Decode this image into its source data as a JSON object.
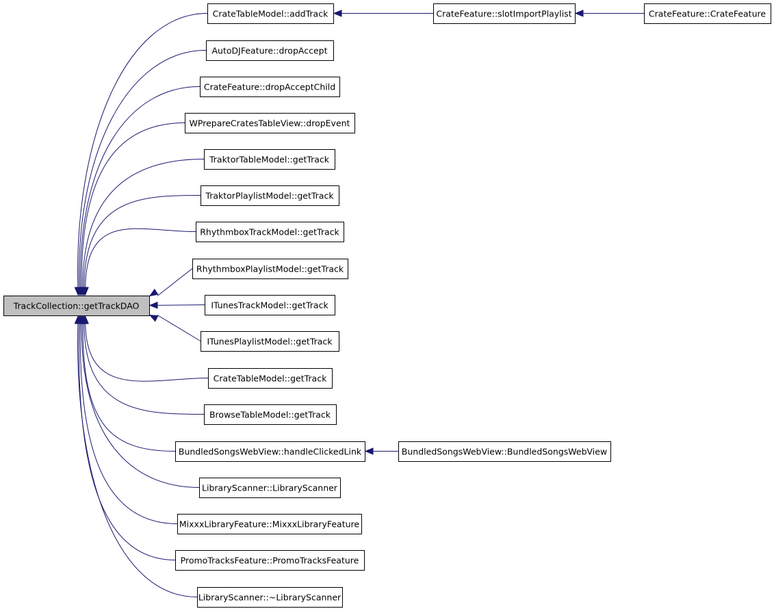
{
  "graph": {
    "edge_color": "#191970",
    "root_fill": "#bfbfbf",
    "root": {
      "id": "getTrackDAO",
      "label": "TrackCollection::getTrackDAO"
    },
    "nodes": [
      {
        "id": "crateAddTrack",
        "label": "CrateTableModel::addTrack"
      },
      {
        "id": "autoDJDropAccept",
        "label": "AutoDJFeature::dropAccept"
      },
      {
        "id": "crateDropAcceptChild",
        "label": "CrateFeature::dropAcceptChild"
      },
      {
        "id": "wprepareDropEvent",
        "label": "WPrepareCratesTableView::dropEvent"
      },
      {
        "id": "traktorTableGetTrack",
        "label": "TraktorTableModel::getTrack"
      },
      {
        "id": "traktorPlaylistGetTrack",
        "label": "TraktorPlaylistModel::getTrack"
      },
      {
        "id": "rhythmboxTrackGetTrack",
        "label": "RhythmboxTrackModel::getTrack"
      },
      {
        "id": "rhythmboxPlaylistGetTrack",
        "label": "RhythmboxPlaylistModel::getTrack"
      },
      {
        "id": "itunesTrackGetTrack",
        "label": "ITunesTrackModel::getTrack"
      },
      {
        "id": "itunesPlaylistGetTrack",
        "label": "ITunesPlaylistModel::getTrack"
      },
      {
        "id": "crateTableGetTrack",
        "label": "CrateTableModel::getTrack"
      },
      {
        "id": "browseTableGetTrack",
        "label": "BrowseTableModel::getTrack"
      },
      {
        "id": "bundledHandleClickedLink",
        "label": "BundledSongsWebView::handleClickedLink"
      },
      {
        "id": "libraryScannerCtor",
        "label": "LibraryScanner::LibraryScanner"
      },
      {
        "id": "mixxxLibraryFeatureCtor",
        "label": "MixxxLibraryFeature::MixxxLibraryFeature"
      },
      {
        "id": "promoTracksFeatureCtor",
        "label": "PromoTracksFeature::PromoTracksFeature"
      },
      {
        "id": "libraryScannerDtor",
        "label": "LibraryScanner::~LibraryScanner"
      },
      {
        "id": "slotImportPlaylist",
        "label": "CrateFeature::slotImportPlaylist"
      },
      {
        "id": "crateFeatureCtor",
        "label": "CrateFeature::CrateFeature"
      },
      {
        "id": "bundledCtor",
        "label": "BundledSongsWebView::BundledSongsWebView"
      }
    ],
    "edges": [
      {
        "from": "crateAddTrack",
        "to": "getTrackDAO"
      },
      {
        "from": "autoDJDropAccept",
        "to": "getTrackDAO"
      },
      {
        "from": "crateDropAcceptChild",
        "to": "getTrackDAO"
      },
      {
        "from": "wprepareDropEvent",
        "to": "getTrackDAO"
      },
      {
        "from": "traktorTableGetTrack",
        "to": "getTrackDAO"
      },
      {
        "from": "traktorPlaylistGetTrack",
        "to": "getTrackDAO"
      },
      {
        "from": "rhythmboxTrackGetTrack",
        "to": "getTrackDAO"
      },
      {
        "from": "rhythmboxPlaylistGetTrack",
        "to": "getTrackDAO"
      },
      {
        "from": "itunesTrackGetTrack",
        "to": "getTrackDAO"
      },
      {
        "from": "itunesPlaylistGetTrack",
        "to": "getTrackDAO"
      },
      {
        "from": "crateTableGetTrack",
        "to": "getTrackDAO"
      },
      {
        "from": "browseTableGetTrack",
        "to": "getTrackDAO"
      },
      {
        "from": "bundledHandleClickedLink",
        "to": "getTrackDAO"
      },
      {
        "from": "libraryScannerCtor",
        "to": "getTrackDAO"
      },
      {
        "from": "mixxxLibraryFeatureCtor",
        "to": "getTrackDAO"
      },
      {
        "from": "promoTracksFeatureCtor",
        "to": "getTrackDAO"
      },
      {
        "from": "libraryScannerDtor",
        "to": "getTrackDAO"
      },
      {
        "from": "slotImportPlaylist",
        "to": "crateAddTrack"
      },
      {
        "from": "crateFeatureCtor",
        "to": "slotImportPlaylist"
      },
      {
        "from": "bundledCtor",
        "to": "bundledHandleClickedLink"
      }
    ]
  }
}
